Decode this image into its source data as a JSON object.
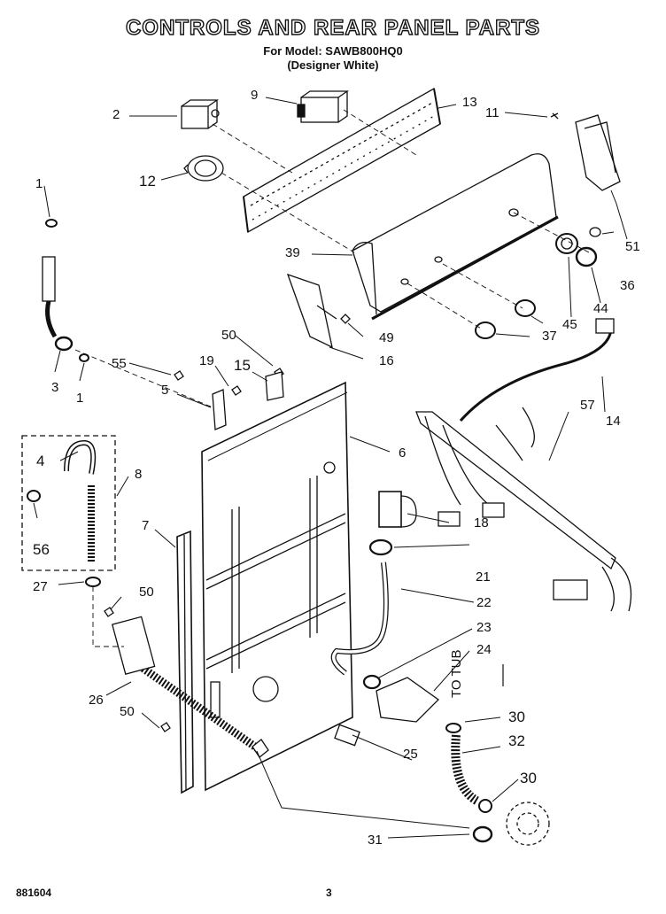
{
  "header": {
    "title": "CONTROLS AND REAR PANEL PARTS",
    "model_line": "For Model: SAWB800HQ0",
    "color_line": "(Designer White)"
  },
  "parts": [
    {
      "id": "p1a",
      "num": "1"
    },
    {
      "id": "p1b",
      "num": "1"
    },
    {
      "id": "p2",
      "num": "2"
    },
    {
      "id": "p3",
      "num": "3"
    },
    {
      "id": "p4",
      "num": "4"
    },
    {
      "id": "p5",
      "num": "5"
    },
    {
      "id": "p6",
      "num": "6"
    },
    {
      "id": "p7",
      "num": "7"
    },
    {
      "id": "p8",
      "num": "8"
    },
    {
      "id": "p9",
      "num": "9"
    },
    {
      "id": "p11",
      "num": "11"
    },
    {
      "id": "p12",
      "num": "12"
    },
    {
      "id": "p13",
      "num": "13"
    },
    {
      "id": "p14",
      "num": "14"
    },
    {
      "id": "p15",
      "num": "15"
    },
    {
      "id": "p16",
      "num": "16"
    },
    {
      "id": "p18",
      "num": "18"
    },
    {
      "id": "p19",
      "num": "19"
    },
    {
      "id": "p21",
      "num": "21"
    },
    {
      "id": "p22",
      "num": "22"
    },
    {
      "id": "p23",
      "num": "23"
    },
    {
      "id": "p24",
      "num": "24"
    },
    {
      "id": "p25",
      "num": "25"
    },
    {
      "id": "p26",
      "num": "26"
    },
    {
      "id": "p27",
      "num": "27"
    },
    {
      "id": "p30a",
      "num": "30"
    },
    {
      "id": "p30b",
      "num": "30"
    },
    {
      "id": "p31",
      "num": "31"
    },
    {
      "id": "p32",
      "num": "32"
    },
    {
      "id": "p36",
      "num": "36"
    },
    {
      "id": "p37",
      "num": "37"
    },
    {
      "id": "p39",
      "num": "39"
    },
    {
      "id": "p44",
      "num": "44"
    },
    {
      "id": "p45",
      "num": "45"
    },
    {
      "id": "p49",
      "num": "49"
    },
    {
      "id": "p50a",
      "num": "50"
    },
    {
      "id": "p50b",
      "num": "50"
    },
    {
      "id": "p50c",
      "num": "50"
    },
    {
      "id": "p51",
      "num": "51"
    },
    {
      "id": "p55",
      "num": "55"
    },
    {
      "id": "p56",
      "num": "56"
    },
    {
      "id": "p57",
      "num": "57"
    }
  ],
  "tub_label": "TO TUB",
  "footer": {
    "doc_number": "881604",
    "page_number": "3"
  }
}
